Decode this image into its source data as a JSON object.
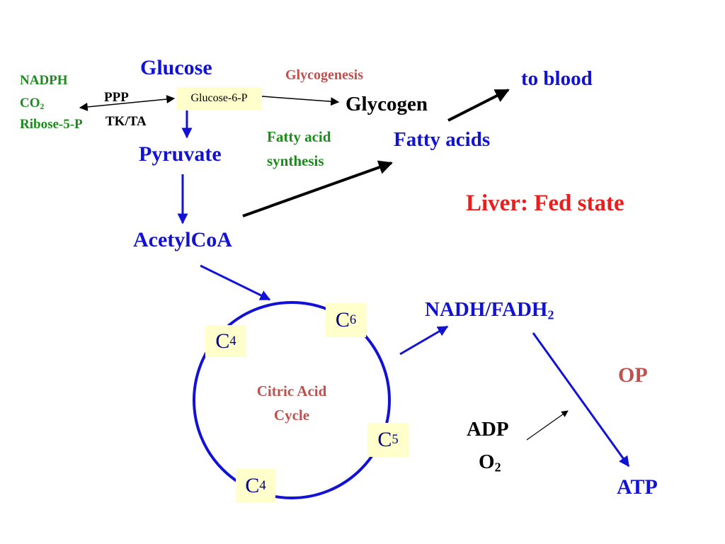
{
  "labels": {
    "glucose": "Glucose",
    "glycogenesis": "Glycogenesis",
    "to_blood": "to blood",
    "nadph": "NADPH",
    "co2_base": "CO",
    "co2_sub": "2",
    "ribose": "Ribose-5-P",
    "ppp": "PPP",
    "tkta": "TK/TA",
    "glucose6p": "Glucose-6-P",
    "glycogen": "Glycogen",
    "fatty_acid_synthesis_1": "Fatty acid",
    "fatty_acid_synthesis_2": "synthesis",
    "fatty_acids": "Fatty acids",
    "pyruvate": "Pyruvate",
    "liver_title": "Liver: Fed state",
    "acetylcoa": "AcetylCoA",
    "nadh_base": "NADH/FADH",
    "nadh_sub": "2",
    "op": "OP",
    "cycle_1": "Citric Acid",
    "cycle_2": "Cycle",
    "adp": "ADP",
    "o2_base": "O",
    "o2_sub": "2",
    "atp": "ATP"
  },
  "cycle_nodes": [
    {
      "base": "C",
      "sub": "4"
    },
    {
      "base": "C",
      "sub": "6"
    },
    {
      "base": "C",
      "sub": "5"
    },
    {
      "base": "C",
      "sub": "4"
    }
  ],
  "colors": {
    "blue": "#1212d6",
    "green": "#1a8c1a",
    "red": "#ee1c1c",
    "brown": "#c0504d",
    "box_fill": "#ffffcc"
  }
}
